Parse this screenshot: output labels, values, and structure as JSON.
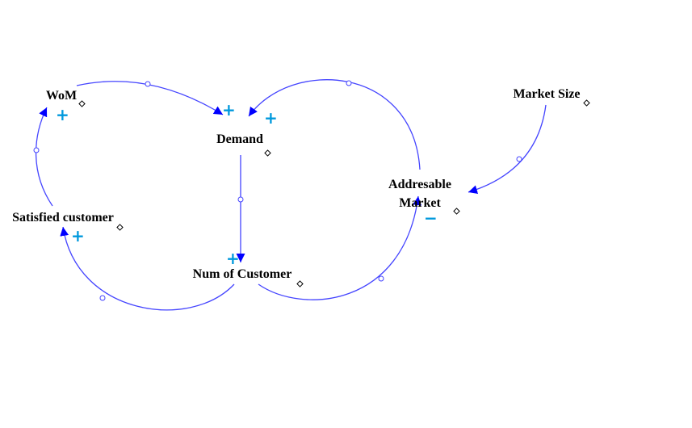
{
  "variables": {
    "wom": "WoM",
    "demand": "Demand",
    "num_customer": "Num of Customer",
    "satisfied": "Satisfied customer",
    "addressable_line1": "Addresable",
    "addressable_line2": "Market",
    "market_size": "Market Size"
  },
  "links": [
    {
      "from": "WoM",
      "to": "Demand",
      "polarity": "+"
    },
    {
      "from": "Addresable Market",
      "to": "Demand",
      "polarity": "+"
    },
    {
      "from": "Demand",
      "to": "Num of Customer",
      "polarity": "+"
    },
    {
      "from": "Num of Customer",
      "to": "Addresable Market",
      "polarity": "−"
    },
    {
      "from": "Market Size",
      "to": "Addresable Market",
      "polarity": ""
    },
    {
      "from": "Num of Customer",
      "to": "Satisfied customer",
      "polarity": "+"
    },
    {
      "from": "Satisfied customer",
      "to": "WoM",
      "polarity": "+"
    }
  ],
  "colors": {
    "link": "#4444ff",
    "polarity": "#0099dd"
  }
}
